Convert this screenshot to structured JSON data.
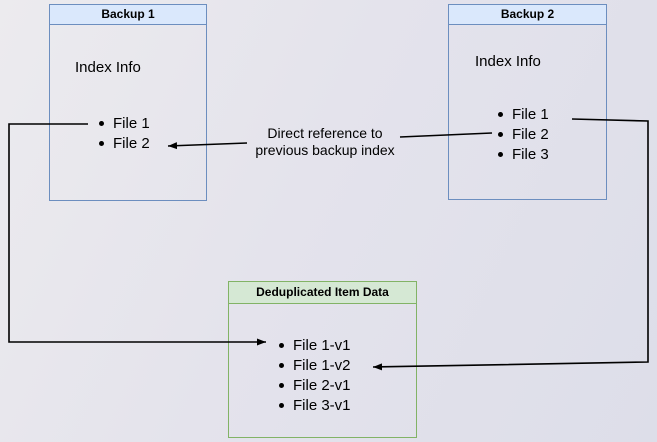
{
  "diagram": {
    "nodes": {
      "backup1": {
        "title": "Backup 1",
        "subtitle": "Index Info",
        "items": [
          "File 1",
          "File 2"
        ]
      },
      "backup2": {
        "title": "Backup 2",
        "subtitle": "Index Info",
        "items": [
          "File 1",
          "File 2",
          "File 3"
        ]
      },
      "dedup": {
        "title": "Deduplicated Item Data",
        "items": [
          "File 1-v1",
          "File 1-v2",
          "File 2-v1",
          "File 3-v1"
        ]
      }
    },
    "edges": {
      "direct_reference": {
        "label_line1": "Direct reference to",
        "label_line2": "previous backup index",
        "from": "Backup 2 / File 2",
        "to": "Backup 1 / File 2"
      },
      "backup1_file1_to_dedup": {
        "from": "Backup 1 / File 1",
        "to": "Deduplicated Item Data / File 1-v1"
      },
      "backup2_file1_to_dedup": {
        "from": "Backup 2 / File 1",
        "to": "Deduplicated Item Data / File 1-v2"
      }
    },
    "colors": {
      "blue_header_fill": "#dae8fc",
      "blue_border": "#6c8ebf",
      "green_header_fill": "#d5e8d4",
      "green_border": "#82b366",
      "arrow": "#000000",
      "text": "#000000"
    }
  }
}
